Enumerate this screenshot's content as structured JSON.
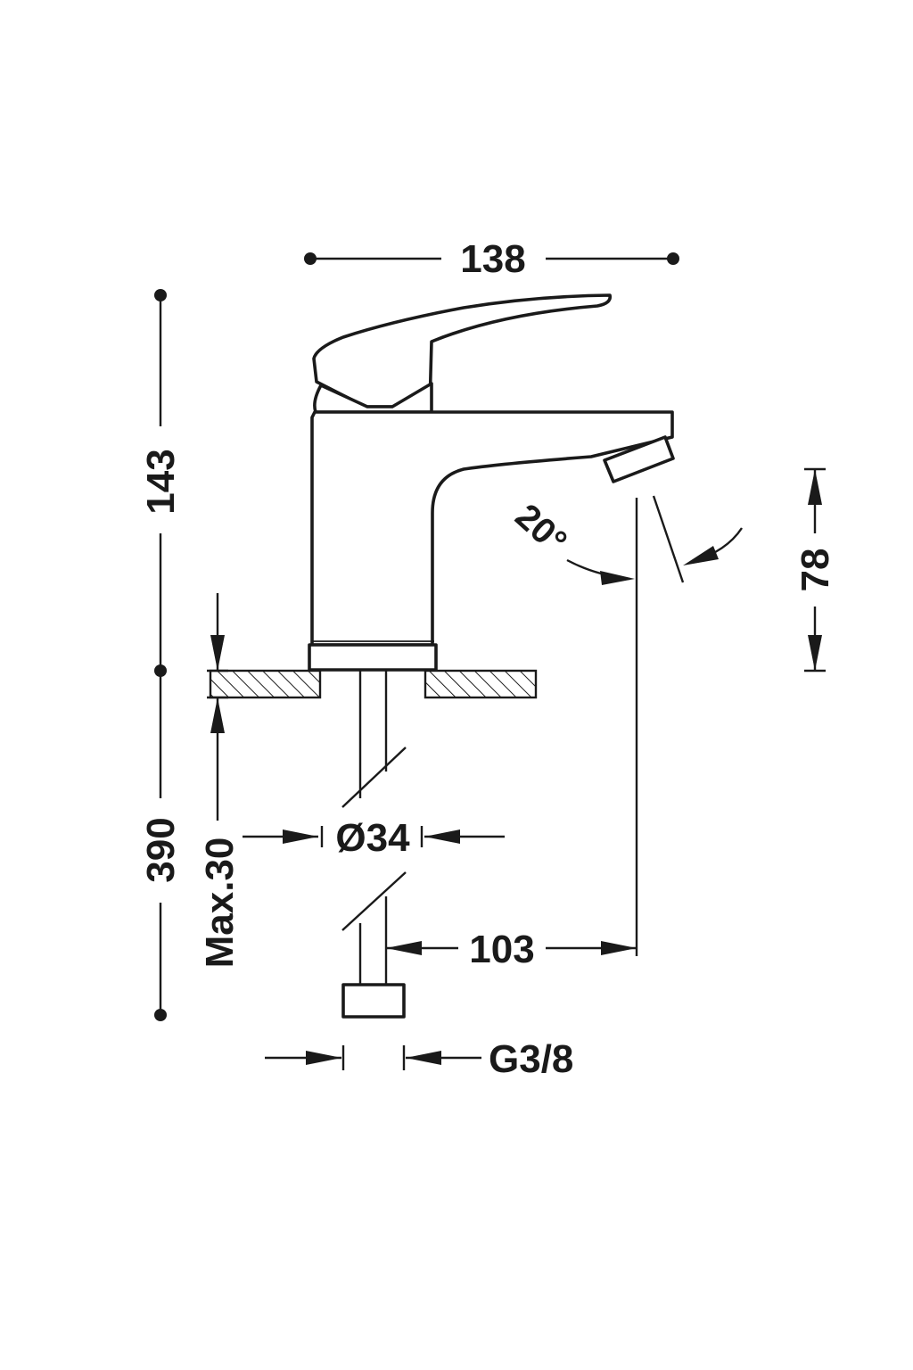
{
  "dimensions": {
    "overall_width": "138",
    "overall_height": "143",
    "spout_height": "78",
    "spout_reach": "103",
    "body_diameter": "Ø34",
    "hose_length": "390",
    "deck_thickness_max": "Max.30",
    "connection_thread": "G3/8",
    "spout_angle": "20°"
  },
  "colors": {
    "line": "#1a1a1a",
    "background": "#ffffff"
  }
}
